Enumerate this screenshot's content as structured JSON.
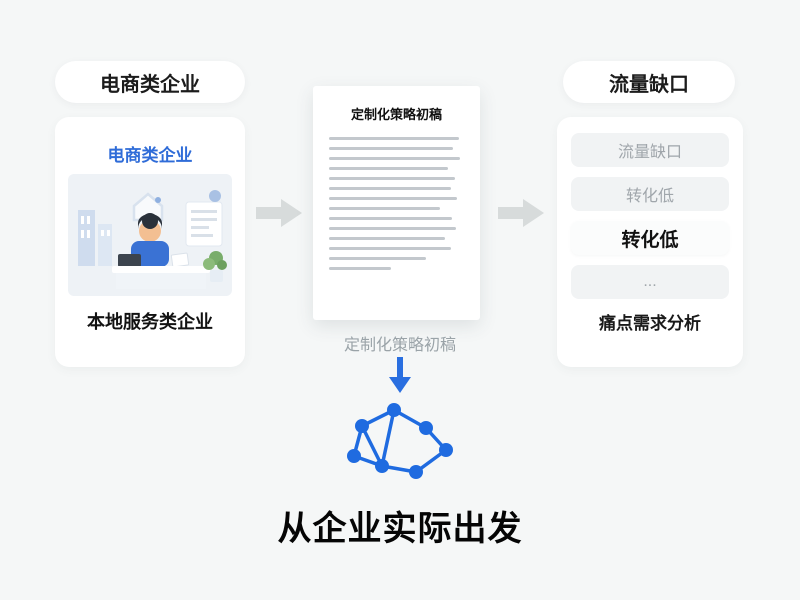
{
  "left": {
    "pill_label": "电商类企业",
    "card_title": "电商类企业",
    "card_caption": "本地服务类企业"
  },
  "middle": {
    "doc_title": "定制化策略初稿",
    "doc_caption": "定制化策略初稿"
  },
  "right": {
    "pill_label": "流量缺口",
    "items": [
      {
        "label": "流量缺口",
        "style": "normal"
      },
      {
        "label": "转化低",
        "style": "normal"
      },
      {
        "label": "转化低",
        "style": "bold"
      },
      {
        "label": "...",
        "style": "normal"
      }
    ],
    "caption": "痛点需求分析"
  },
  "bottom": {
    "headline": "从企业实际出发"
  },
  "colors": {
    "accent_blue": "#2a6fe0",
    "arrow_gray": "#d7dbdb",
    "background": "#f5f7f7"
  }
}
